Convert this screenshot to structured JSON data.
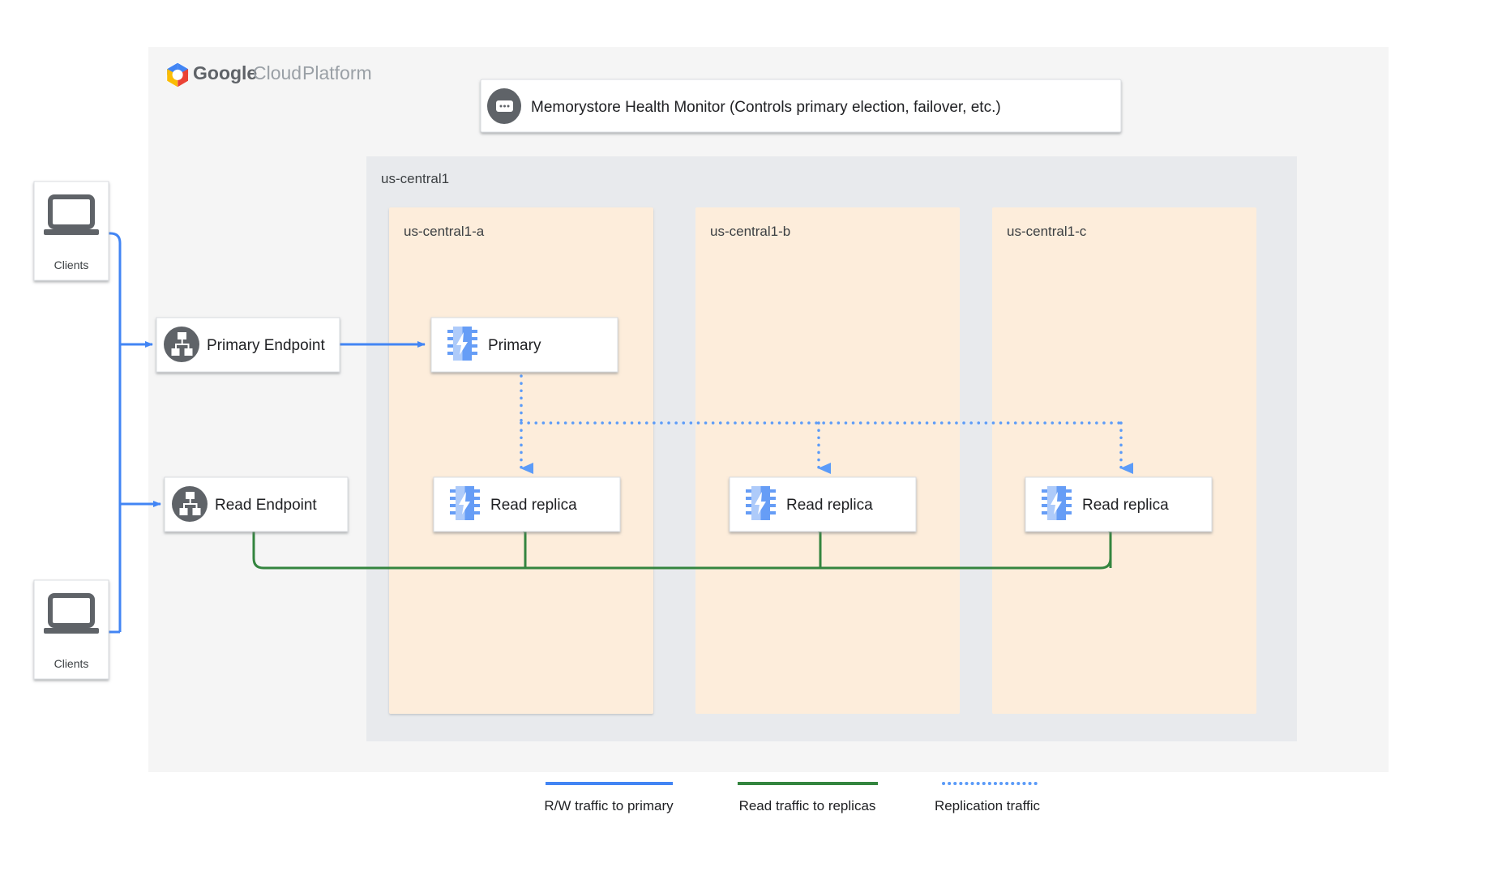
{
  "canvas": {
    "background": "#ffffff",
    "gcp_panel_bg": "#f5f5f5",
    "region_panel_bg": "#e8eaed",
    "zone_panel_bg": "#fdeddb",
    "node_bg": "#ffffff",
    "node_border": "#dadce0"
  },
  "brand": {
    "logo_name": "google-cloud-platform-logo",
    "word_google": "Google",
    "word_cloud": "Cloud",
    "word_platform": "Platform",
    "logo_colors": {
      "blue": "#4285f4",
      "red": "#ea4335",
      "yellow": "#fbbc04",
      "green": "#34a853",
      "center": "#ffffff"
    }
  },
  "health_monitor": {
    "icon": "monitor-chip-icon",
    "label": "Memorystore Health Monitor (Controls primary election, failover, etc.)",
    "icon_bg": "#5f6368"
  },
  "region": {
    "label": "us-central1"
  },
  "zones": [
    {
      "label": "us-central1-a",
      "nodes": [
        {
          "label": "Primary",
          "icon": "memorystore-chip-icon"
        },
        {
          "label": "Read replica",
          "icon": "memorystore-chip-icon"
        }
      ]
    },
    {
      "label": "us-central1-b",
      "nodes": [
        {
          "label": "Read replica",
          "icon": "memorystore-chip-icon"
        }
      ]
    },
    {
      "label": "us-central1-c",
      "nodes": [
        {
          "label": "Read replica",
          "icon": "memorystore-chip-icon"
        }
      ]
    }
  ],
  "clients": [
    {
      "label": "Clients",
      "icon": "laptop-icon"
    },
    {
      "label": "Clients",
      "icon": "laptop-icon"
    }
  ],
  "endpoints": [
    {
      "label": "Primary Endpoint",
      "icon": "network-hierarchy-icon"
    },
    {
      "label": "Read Endpoint",
      "icon": "network-hierarchy-icon"
    }
  ],
  "legend": {
    "items": [
      {
        "label": "R/W traffic to primary",
        "color": "#4285f4",
        "style": "solid"
      },
      {
        "label": "Read traffic to replicas",
        "color": "#34853f",
        "style": "solid"
      },
      {
        "label": "Replication traffic",
        "color": "#4285f4",
        "style": "dotted"
      }
    ]
  },
  "colors": {
    "blue_traffic": "#4285f4",
    "green_traffic": "#34853f",
    "replication_blue": "#5b9bf8",
    "icon_gray": "#5f6368"
  }
}
